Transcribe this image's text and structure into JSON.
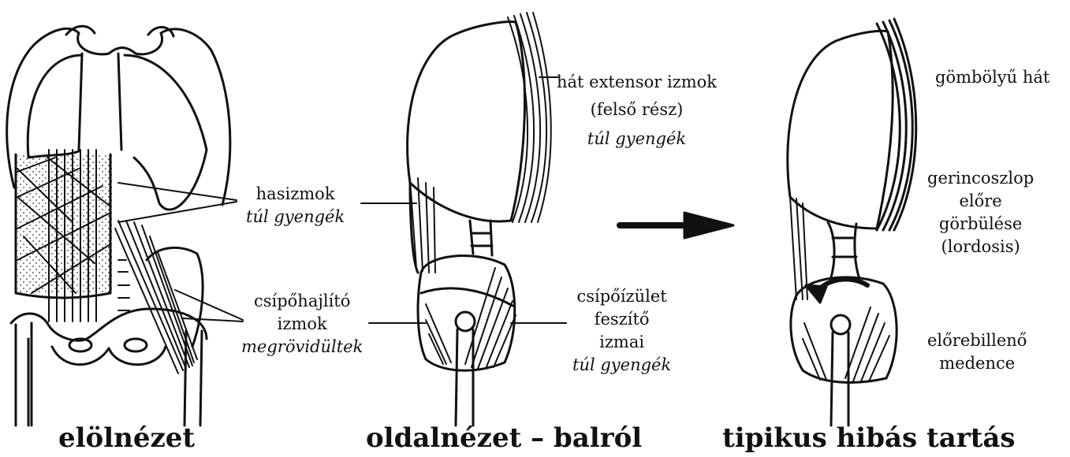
{
  "front": {
    "abdominal": {
      "line1": "hasizmok",
      "line2": "túl gyengék"
    },
    "hip_flexors": {
      "line1": "csípőhajlító",
      "line2": "izmok",
      "line3": "megrövidültek"
    },
    "caption": "elölnézet"
  },
  "side": {
    "back_extensors": {
      "line1": "hát extensor izmok",
      "line2": "(felső rész)",
      "line3": "túl gyengék"
    },
    "hip_extensors": {
      "line1": "csípőízület",
      "line2": "feszítő",
      "line3": "izmai",
      "line4": "túl gyengék"
    },
    "caption": "oldalnézet – balról"
  },
  "faulty": {
    "round_back": "gömbölyű hát",
    "lordosis": {
      "line1": "gerincoszlop",
      "line2": "előre",
      "line3": "görbülése",
      "line4": "(lordosis)"
    },
    "pelvis": {
      "line1": "előrebillenő",
      "line2": "medence"
    },
    "caption": "tipikus hibás tartás"
  },
  "colors": {
    "ink": "#111111",
    "background": "#ffffff"
  }
}
